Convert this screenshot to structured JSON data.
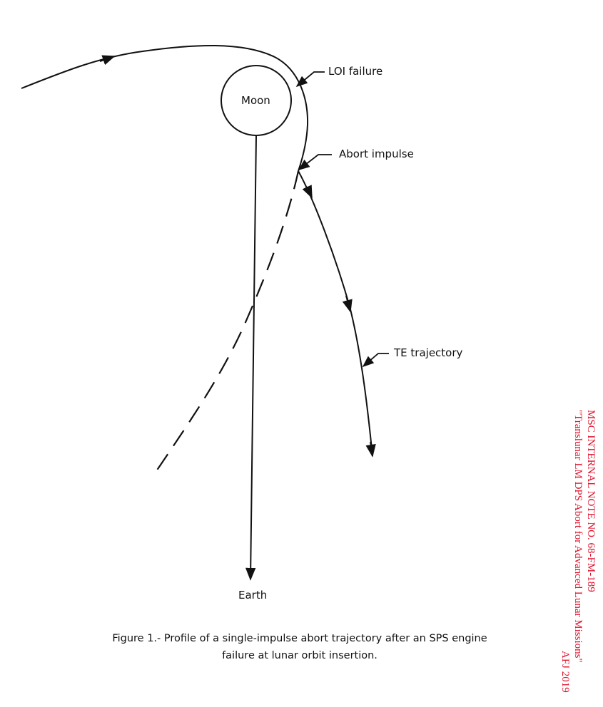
{
  "diagram": {
    "labels": {
      "moon": "Moon",
      "earth": "Earth",
      "loi_failure": "LOI failure",
      "abort_impulse": "Abort impulse",
      "te_trajectory": "TE trajectory"
    },
    "caption": {
      "line1": "Figure 1.- Profile of a single-impulse abort trajectory after an SPS engine",
      "line2": "failure at lunar orbit insertion."
    }
  },
  "annotation": {
    "line1": "MSC INTERNAL NOTE NO. 68-FM-189",
    "line2": "\"Translunar LM DPS Abort for Advanced Lunar Missions\"",
    "line3": "AFJ  2019",
    "color": "#e0102a"
  }
}
